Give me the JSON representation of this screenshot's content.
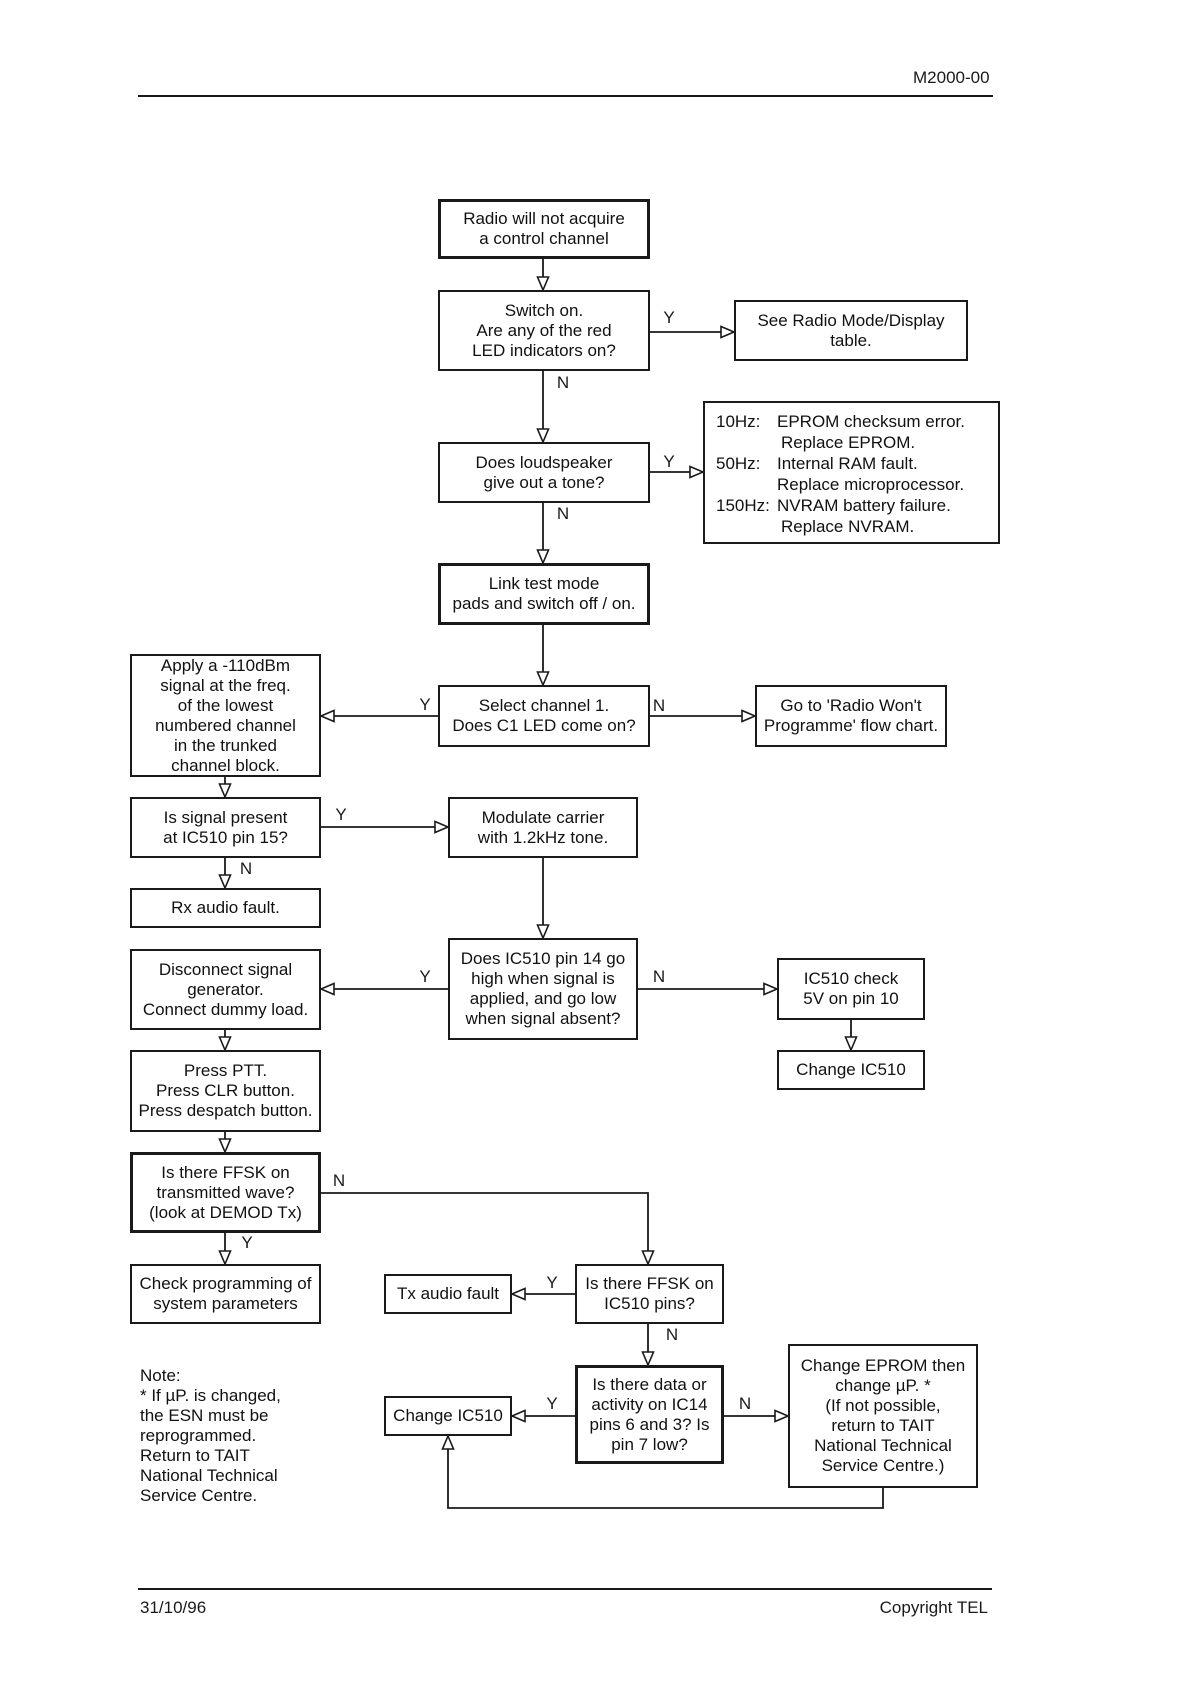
{
  "page": {
    "header": {
      "doc_number": "M2000-00"
    },
    "footer": {
      "date": "31/10/96",
      "copyright": "Copyright TEL"
    }
  },
  "flowchart": {
    "boxes": {
      "start": {
        "lines": [
          "Radio will not acquire",
          "a control channel"
        ]
      },
      "switch_on": {
        "lines": [
          "Switch on.",
          "Are any of the red",
          "LED indicators on?"
        ]
      },
      "see_radio_mode": {
        "lines": [
          "See Radio Mode/Display",
          "table."
        ]
      },
      "loudspeaker": {
        "lines": [
          "Does loudspeaker",
          "give out a tone?"
        ]
      },
      "link_test": {
        "lines": [
          "Link test mode",
          "pads and switch off / on."
        ]
      },
      "select_channel": {
        "lines": [
          "Select channel 1.",
          "Does C1 LED come on?"
        ]
      },
      "apply_signal": {
        "lines": [
          "Apply a  -110dBm",
          "signal at the freq.",
          "of the lowest",
          "numbered channel",
          "in the trunked",
          "channel block."
        ]
      },
      "goto_programme": {
        "lines": [
          "Go to 'Radio Won't",
          "Programme' flow chart."
        ]
      },
      "signal_present": {
        "lines": [
          "Is signal present",
          "at IC510 pin 15?"
        ]
      },
      "modulate": {
        "lines": [
          "Modulate carrier",
          "with 1.2kHz tone."
        ]
      },
      "rx_audio_fault": {
        "lines": [
          "Rx audio fault."
        ]
      },
      "pin14": {
        "lines": [
          "Does IC510 pin 14 go",
          "high when signal is",
          "applied, and go low",
          "when signal absent?"
        ]
      },
      "disconnect": {
        "lines": [
          "Disconnect signal",
          "generator.",
          "Connect dummy load."
        ]
      },
      "ic510_check": {
        "lines": [
          "IC510 check",
          "5V on pin 10"
        ]
      },
      "change_ic510_1": {
        "lines": [
          "Change IC510"
        ]
      },
      "press_ptt": {
        "lines": [
          "Press PTT.",
          "Press CLR button.",
          "Press despatch button."
        ]
      },
      "ffsk_wave": {
        "lines": [
          "Is there FFSK on",
          "transmitted wave?",
          "(look at DEMOD Tx)"
        ]
      },
      "check_programming": {
        "lines": [
          "Check programming of",
          "system parameters"
        ]
      },
      "tx_audio_fault": {
        "lines": [
          "Tx audio fault"
        ]
      },
      "ffsk_pins": {
        "lines": [
          "Is there FFSK on",
          "IC510 pins?"
        ]
      },
      "ic14_activity": {
        "lines": [
          "Is there data or",
          "activity on IC14",
          "pins 6 and 3?  Is",
          "pin 7 low?"
        ]
      },
      "change_ic510_2": {
        "lines": [
          "Change IC510"
        ]
      },
      "change_eprom": {
        "lines": [
          "Change EPROM then",
          "change µP.  *",
          "(If not possible,",
          "return to TAIT",
          "National Technical",
          "Service Centre.)"
        ]
      }
    },
    "tone_table": [
      {
        "freq": "10Hz:",
        "text": "EPROM checksum error."
      },
      {
        "freq": "",
        "text": "Replace EPROM."
      },
      {
        "freq": "50Hz:",
        "text": "Internal RAM fault."
      },
      {
        "freq": "",
        "text": "Replace microprocessor."
      },
      {
        "freq": "150Hz:",
        "text": "NVRAM battery failure."
      },
      {
        "freq": "",
        "text": "Replace NVRAM."
      }
    ],
    "labels": {
      "led_yes": "Y",
      "led_no": "N",
      "tone_yes": "Y",
      "tone_no": "N",
      "c1_yes": "Y",
      "c1_no": "N",
      "sig_yes": "Y",
      "sig_no": "N",
      "pin14_yes": "Y",
      "pin14_no": "N",
      "wave_no": "N",
      "wave_yes": "Y",
      "pins_yes": "Y",
      "pins_no": "N",
      "ic14_yes": "Y",
      "ic14_no": "N"
    }
  },
  "note": {
    "lines": [
      "Note:",
      "*  If µP. is changed,",
      "the ESN must be",
      "reprogrammed.",
      "Return to TAIT",
      "National Technical",
      "Service Centre."
    ]
  }
}
